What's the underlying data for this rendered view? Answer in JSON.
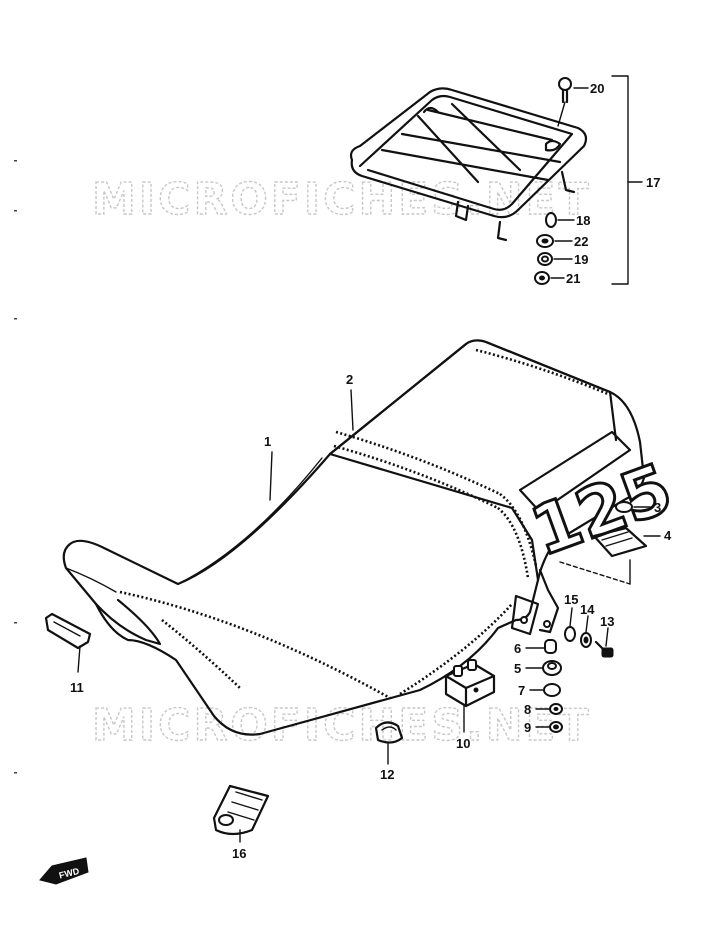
{
  "watermark": {
    "upper": "MICROFICHES.NET",
    "lower": "MICROFICHES.NET"
  },
  "seat_logo": "125",
  "front_mark": "FWD",
  "callouts": {
    "c1": "1",
    "c2": "2",
    "c3": "3",
    "c4": "4",
    "c5": "5",
    "c6": "6",
    "c7": "7",
    "c8": "8",
    "c9": "9",
    "c10": "10",
    "c11": "11",
    "c12": "12",
    "c13": "13",
    "c14": "14",
    "c15": "15",
    "c16": "16",
    "c17": "17",
    "c18": "18",
    "c19": "19",
    "c20": "20",
    "c21": "21",
    "c22": "22"
  },
  "colors": {
    "ink": "#111111",
    "watermark": "#c8c8c8",
    "paper": "#ffffff"
  }
}
